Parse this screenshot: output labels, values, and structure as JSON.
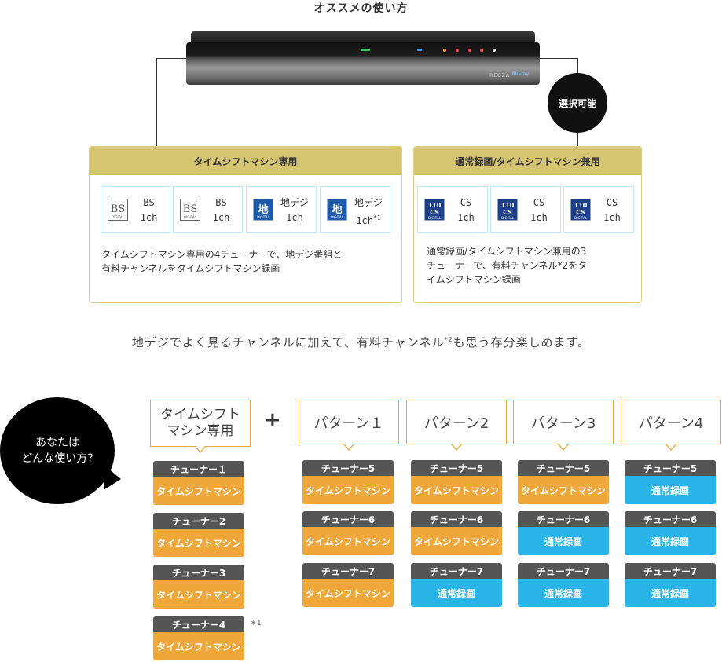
{
  "title": "オススメの使い方",
  "device": {
    "brand": "REGZA",
    "bd_mark": "Blu-ray"
  },
  "badge": "選択可能",
  "box_left": {
    "heading": "タイムシフトマシン専用",
    "channels": [
      {
        "name": "BS",
        "count": "1ch",
        "note": "",
        "logo": "bs-digital-logo"
      },
      {
        "name": "BS",
        "count": "1ch",
        "note": "",
        "logo": "bs-digital-logo"
      },
      {
        "name": "地デジ",
        "count": "1ch",
        "note": "",
        "logo": "terrestrial-digital-logo"
      },
      {
        "name": "地デジ",
        "count": "1ch",
        "note": "*1",
        "logo": "terrestrial-digital-logo"
      }
    ],
    "desc_line1": "タイムシフトマシン専用の4チューナーで、地デジ番組と",
    "desc_line2": "有料チャンネルをタイムシフトマシン録画"
  },
  "box_right": {
    "heading": "通常録画/タイムシフトマシン兼用",
    "channels": [
      {
        "name": "CS",
        "count": "1ch",
        "logo": "110cs-digital-logo"
      },
      {
        "name": "CS",
        "count": "1ch",
        "logo": "110cs-digital-logo"
      },
      {
        "name": "CS",
        "count": "1ch",
        "logo": "110cs-digital-logo"
      }
    ],
    "desc_line1": "通常録画/タイムシフトマシン兼用の3",
    "desc_line2": "チューナーで、有料チャンネル*2をタ",
    "desc_line3": "イムシフトマシン録画"
  },
  "summary_a": "地デジでよく見るチャンネルに加えて、有料チャンネル",
  "summary_note": "*2",
  "summary_b": "も思う存分楽しめます。",
  "bubble_line1": "あなたは",
  "bubble_line2": "どんな使い方?",
  "plus": "+",
  "tsm_header_line1": "タイムシフト",
  "tsm_header_line2": "マシン専用",
  "tsm_note": "＊1",
  "patterns": [
    {
      "label": "パターン１"
    },
    {
      "label": "パターン2"
    },
    {
      "label": "パターン3"
    },
    {
      "label": "パターン4"
    }
  ],
  "tsm_tuners": [
    {
      "label": "チューナー１",
      "mode": "タイムシフトマシン"
    },
    {
      "label": "チューナー2",
      "mode": "タイムシフトマシン"
    },
    {
      "label": "チューナー3",
      "mode": "タイムシフトマシン"
    },
    {
      "label": "チューナー4",
      "mode": "タイムシフトマシン"
    }
  ],
  "pattern_tuners": [
    [
      {
        "label": "チューナー5",
        "mode": "タイムシフトマシン"
      },
      {
        "label": "チューナー6",
        "mode": "タイムシフトマシン"
      },
      {
        "label": "チューナー7",
        "mode": "タイムシフトマシン"
      }
    ],
    [
      {
        "label": "チューナー5",
        "mode": "タイムシフトマシン"
      },
      {
        "label": "チューナー6",
        "mode": "タイムシフトマシン"
      },
      {
        "label": "チューナー7",
        "mode": "通常録画"
      }
    ],
    [
      {
        "label": "チューナー5",
        "mode": "タイムシフトマシン"
      },
      {
        "label": "チューナー6",
        "mode": "通常録画"
      },
      {
        "label": "チューナー7",
        "mode": "通常録画"
      }
    ],
    [
      {
        "label": "チューナー5",
        "mode": "通常録画"
      },
      {
        "label": "チューナー6",
        "mode": "通常録画"
      },
      {
        "label": "チューナー7",
        "mode": "通常録画"
      }
    ]
  ],
  "colors": {
    "time_shift": "#f0a73a",
    "normal_rec": "#29b4e8",
    "tuner_label": "#555555",
    "box_header": "#d6c570",
    "pattern_border": "#e7a93c"
  }
}
